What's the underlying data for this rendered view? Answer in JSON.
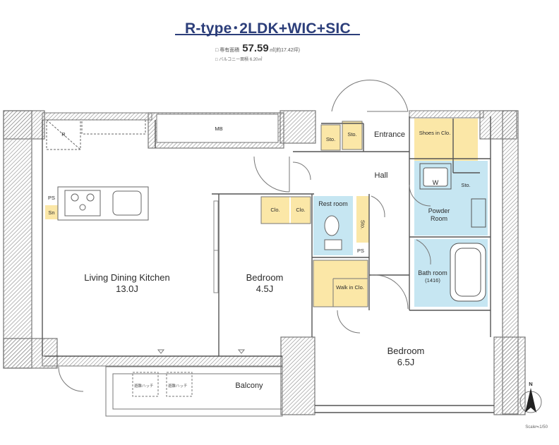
{
  "header": {
    "title": "R-type･2LDK+WIC+SIC",
    "area_prefix": "専有面積",
    "area_value": "57.59",
    "area_unit": "㎡(約17.42坪)",
    "balcony": "バルコニー面積 6.20㎡"
  },
  "rooms": {
    "ldk": {
      "name": "Living Dining Kitchen",
      "size": "13.0J"
    },
    "bedroom1": {
      "name": "Bedroom",
      "size": "4.5J"
    },
    "bedroom2": {
      "name": "Bedroom",
      "size": "6.5J"
    },
    "hall": "Hall",
    "entrance": "Entrance",
    "restroom": "Rest room",
    "powder": "Powder Room",
    "bath": "Bath room",
    "bath_size": "(1416)",
    "walkin": "Walk in Clo.",
    "shoes": "Shoes in Clo.",
    "balcony": "Balcony",
    "mb": "MB"
  },
  "labels": {
    "sto": "Sto.",
    "clo": "Clo.",
    "ps": "PS",
    "w": "W",
    "r": "R",
    "hatch": "避難ハッチ",
    "north": "N",
    "scale": "Scale≒1/50"
  },
  "colors": {
    "storage": "#fbe7a7",
    "wet": "#c6e6f2",
    "wall": "#7a7a7a",
    "title": "#2c3e7a"
  }
}
